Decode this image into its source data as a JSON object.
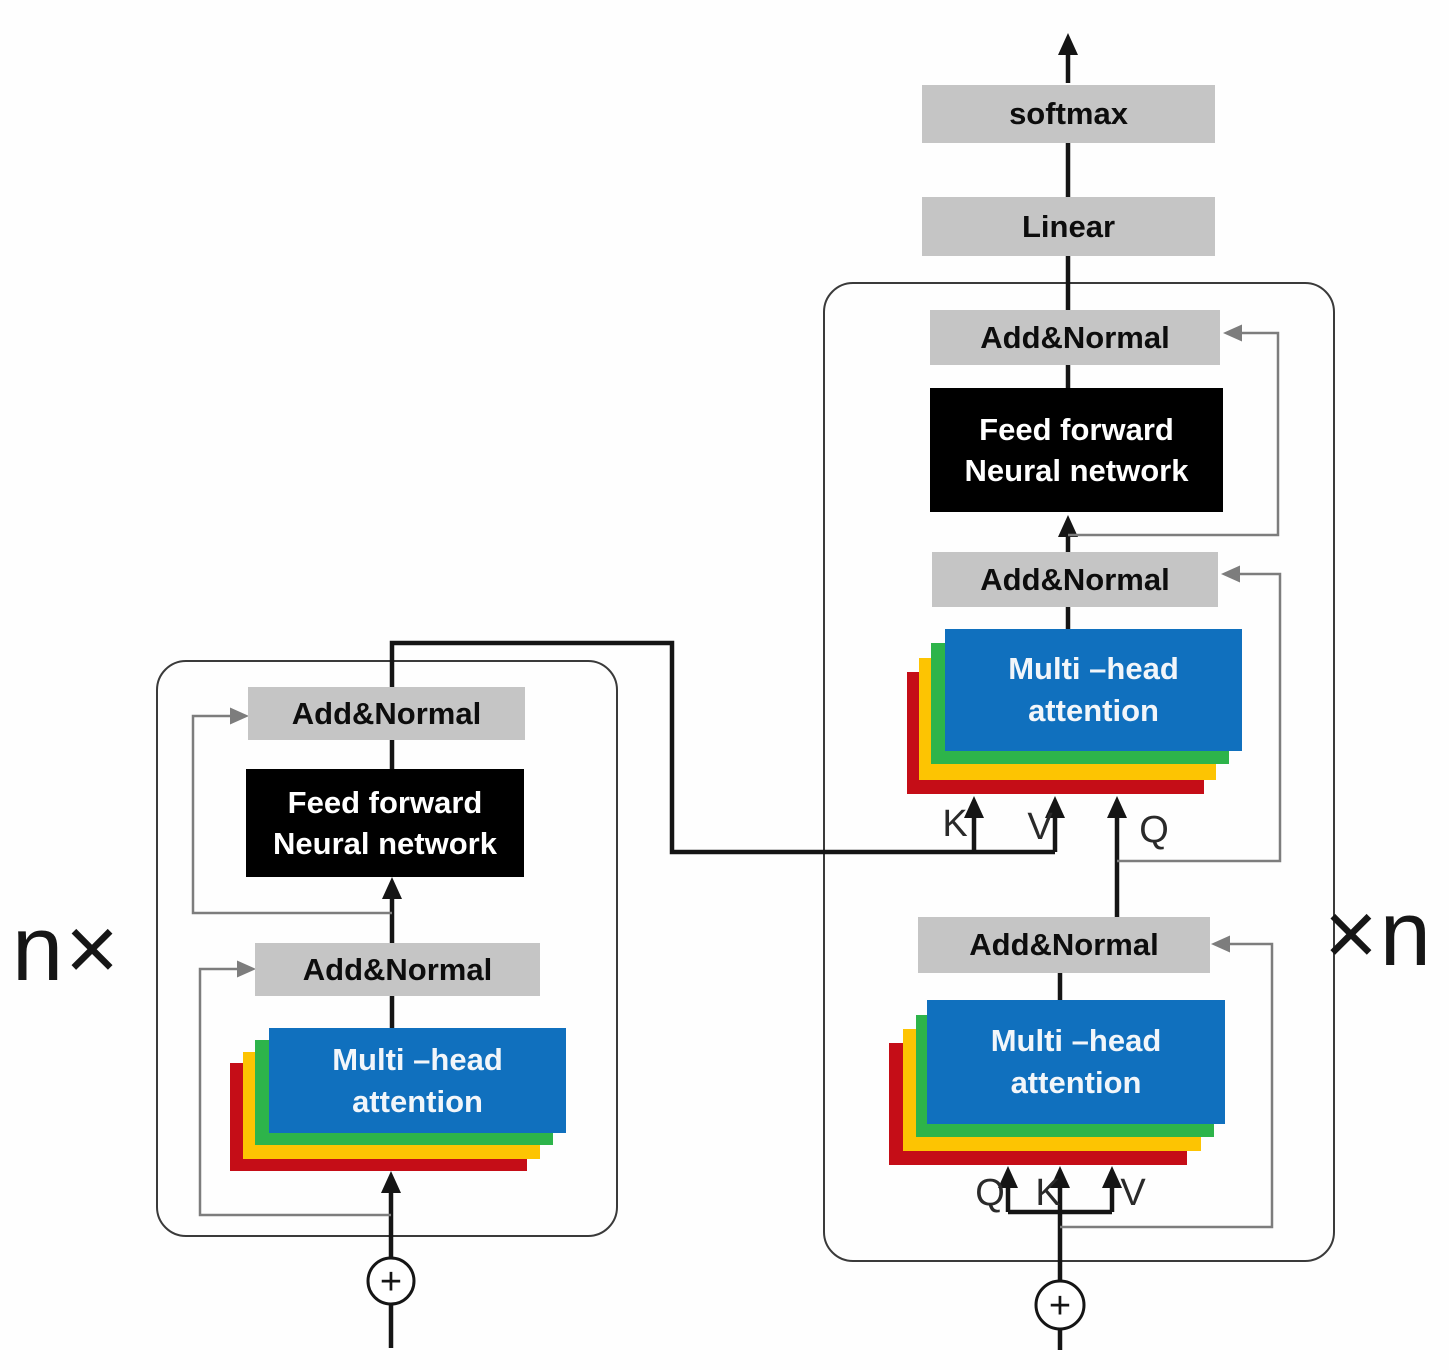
{
  "diagram_title": "Transformer encoder-decoder architecture",
  "colors": {
    "box_gray": "#c5c5c5",
    "box_black": "#000000",
    "mha_blue": "#1070be",
    "layer_green": "#2db44a",
    "layer_yellow": "#fdc402",
    "layer_red": "#c50d17",
    "line_black": "#151515",
    "line_gray": "#7d7d7d"
  },
  "output_head": {
    "softmax_label": "softmax",
    "linear_label": "Linear"
  },
  "encoder": {
    "scale_label": "n×",
    "add_normal_top_label": "Add&Normal",
    "ffn_label_line1": "Feed forward",
    "ffn_label_line2": "Neural network",
    "add_normal_bottom_label": "Add&Normal",
    "mha_label_line1": "Multi –head",
    "mha_label_line2": "attention",
    "sum_symbol": "+"
  },
  "decoder": {
    "scale_label": "×n",
    "add_normal_top_label": "Add&Normal",
    "ffn_label_line1": "Feed forward",
    "ffn_label_line2": "Neural network",
    "add_normal_middle_label": "Add&Normal",
    "mha_cross_label_line1": "Multi –head",
    "mha_cross_label_line2": "attention",
    "cross_attention_inputs": {
      "k": "K",
      "v": "V",
      "q": "Q"
    },
    "add_normal_bottom_label": "Add&Normal",
    "mha_self_label_line1": "Multi –head",
    "mha_self_label_line2": "attention",
    "self_attention_inputs": {
      "q": "Q",
      "k": "K",
      "v": "V"
    },
    "sum_symbol": "+"
  }
}
